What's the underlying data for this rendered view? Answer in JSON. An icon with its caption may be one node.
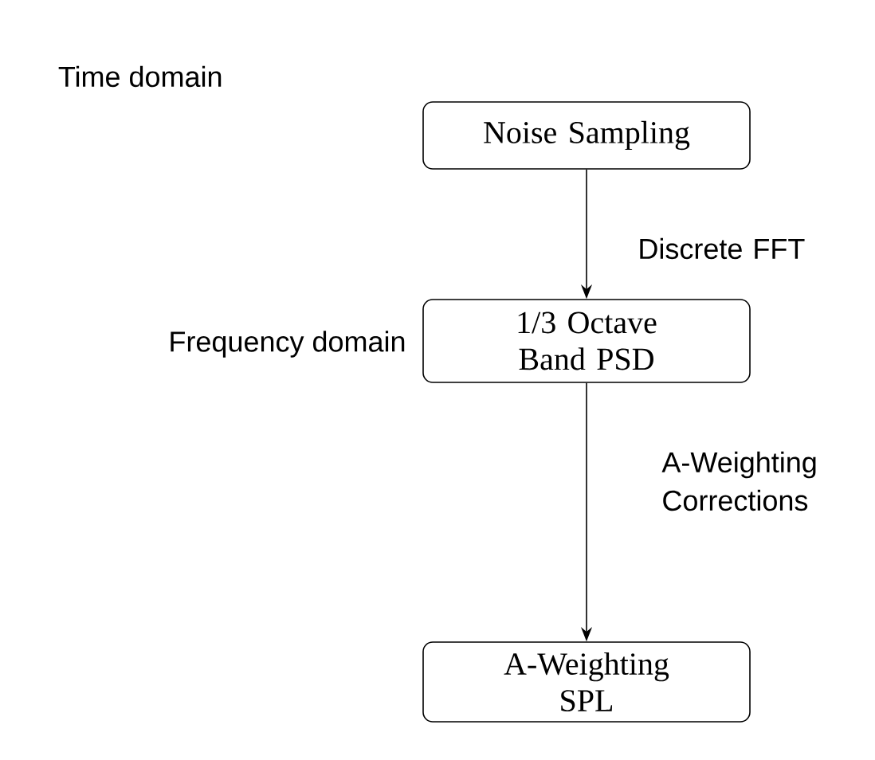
{
  "diagram": {
    "nodes": [
      {
        "text": [
          "Noise Sampling"
        ]
      },
      {
        "text": [
          "1/3 Octave Band PSD"
        ],
        "beside": [
          "Frequency domain"
        ]
      },
      {
        "text": [
          "A-Weighting SPL"
        ]
      }
    ],
    "edges": [
      {
        "from": 0,
        "to": 1,
        "arrow": "to",
        "label": "Discrete FFT"
      },
      {
        "from": 1,
        "to": 2,
        "arrow": "to",
        "label": "A-Weighting Corrections"
      }
    ],
    "labels": [
      "Time domain"
    ]
  }
}
